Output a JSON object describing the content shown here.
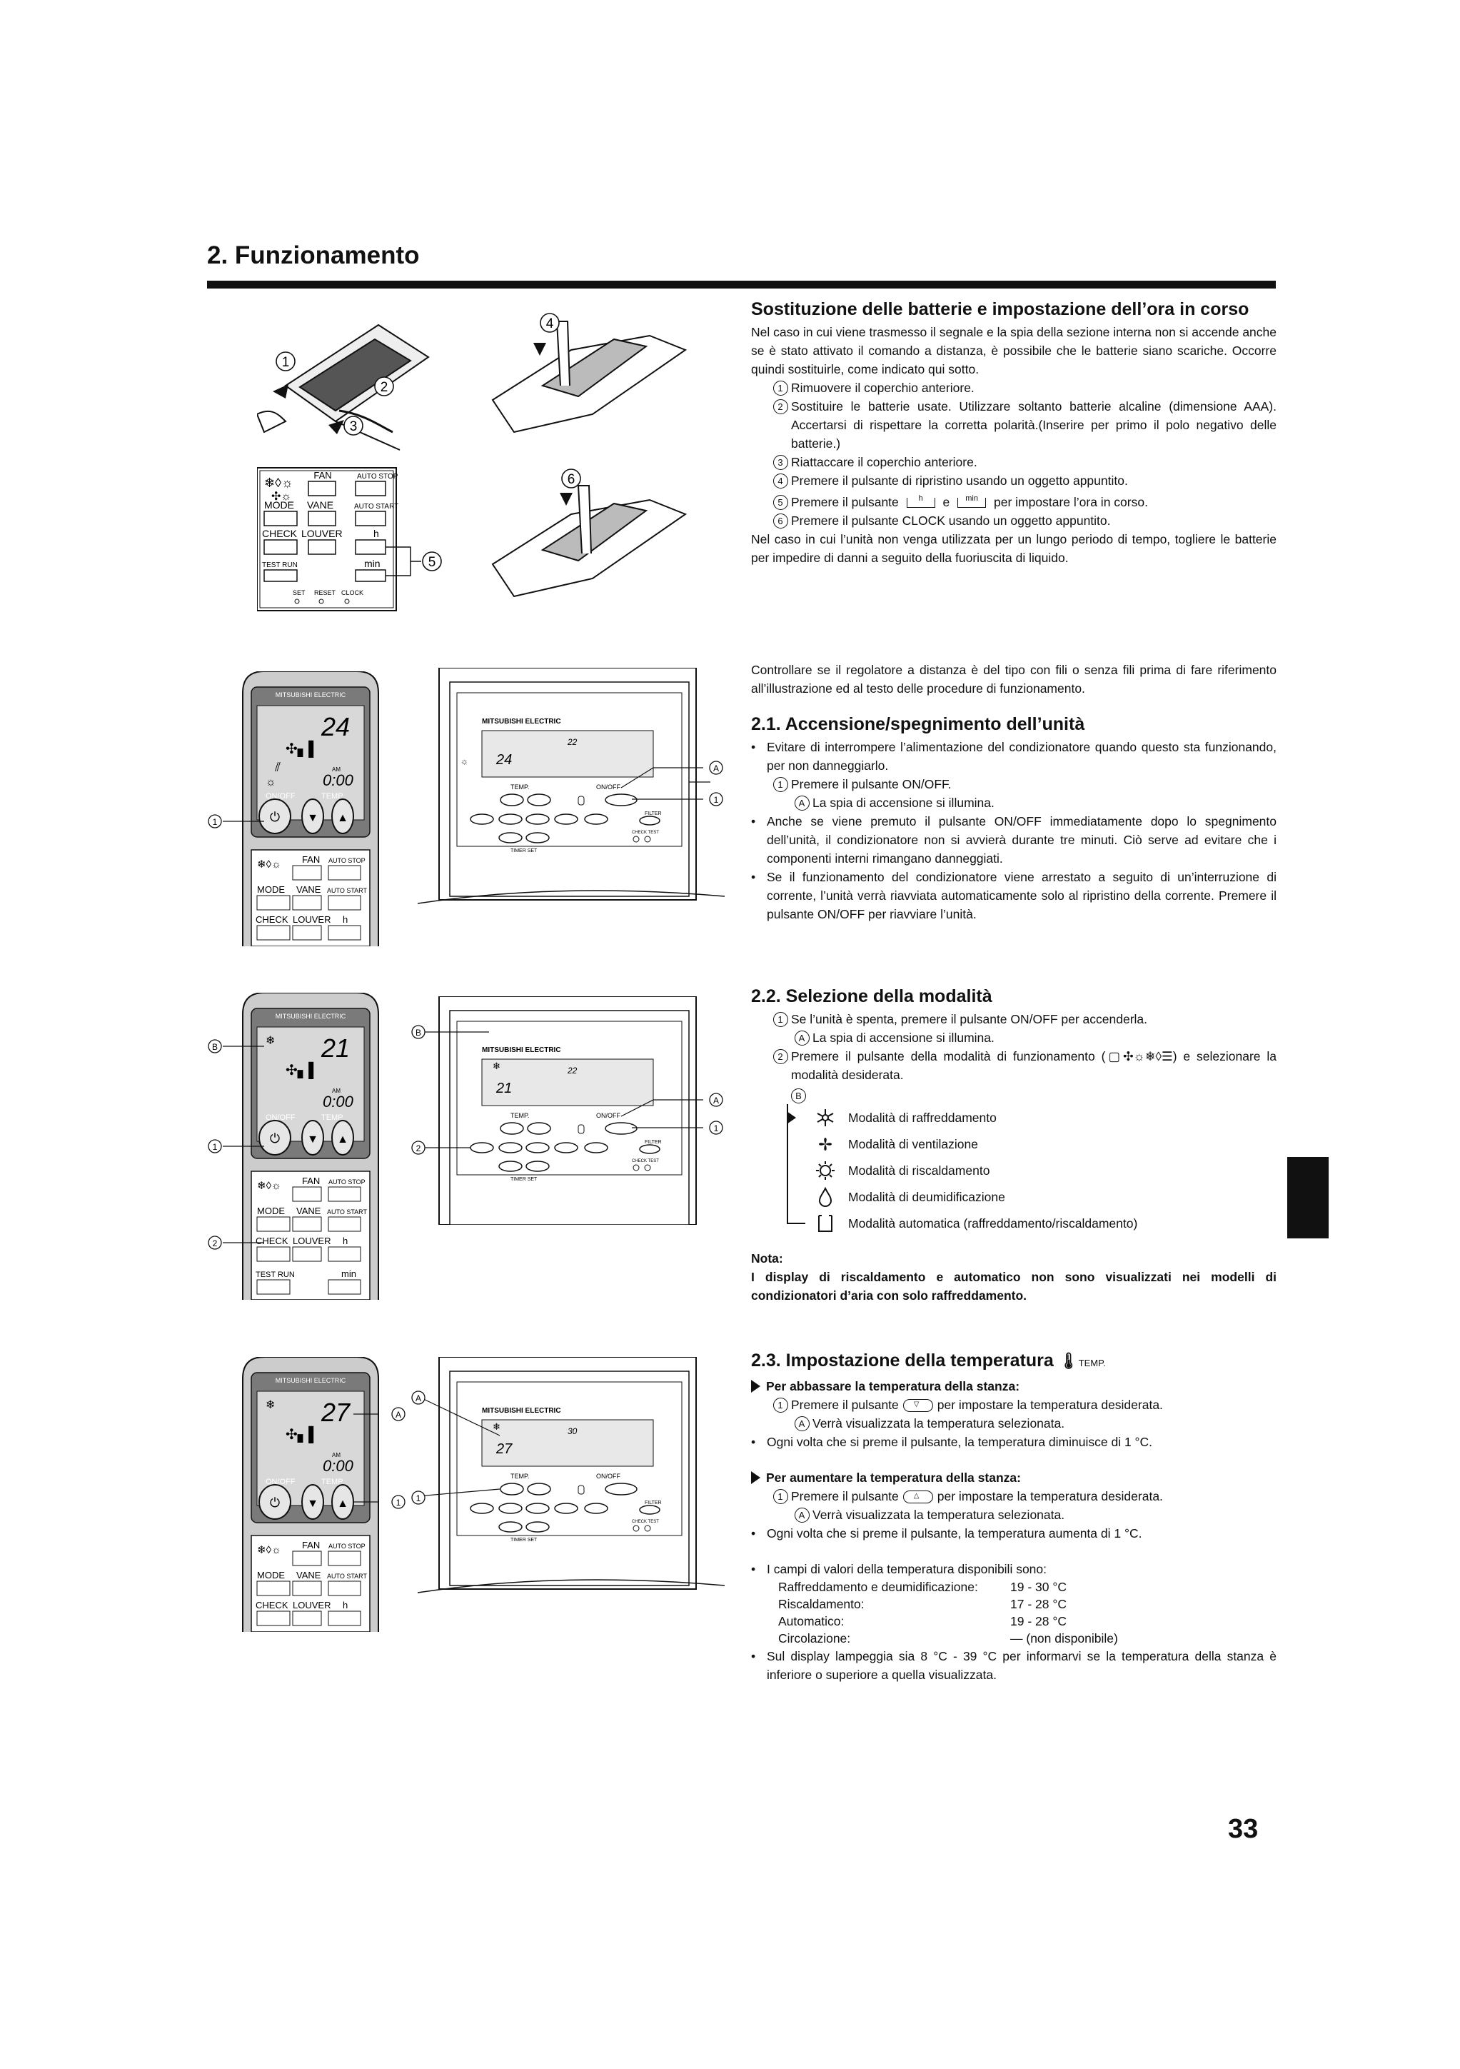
{
  "page": {
    "title": "2. Funzionamento",
    "number": "33"
  },
  "batteries": {
    "title": "Sostituzione delle batterie e impostazione dell’ora in corso",
    "intro": "Nel caso in cui viene trasmesso il segnale e la spia della sezione interna non si accende anche se è stato attivato il comando a distanza, è possibile che le batterie siano scariche. Occorre quindi sostituirle, come indicato qui sotto.",
    "steps": [
      {
        "mark": "1",
        "text": "Rimuovere il coperchio anteriore."
      },
      {
        "mark": "2",
        "text": "Sostituire le batterie usate. Utilizzare soltanto batterie alcaline (dimensione AAA). Accertarsi di rispettare la corretta polarità.(Inserire per primo il polo negativo delle batterie.)"
      },
      {
        "mark": "3",
        "text": "Riattaccare il coperchio anteriore."
      },
      {
        "mark": "4",
        "text": "Premere il pulsante di ripristino usando un oggetto appuntito."
      }
    ],
    "step5": {
      "mark": "5",
      "before": "Premere il pulsante",
      "btn_h": "h",
      "and": "e",
      "btn_min": "min",
      "after": "per impostare l’ora in corso."
    },
    "step6": {
      "mark": "6",
      "text": "Premere il pulsante CLOCK usando un oggetto appuntito."
    },
    "outro": "Nel caso in cui l’unità non venga utilizzata per un lungo periodo di tempo, togliere le batterie per impedire di danni a seguito della fuoriuscita di liquido."
  },
  "check_intro": "Controllare se il regolatore a distanza è del tipo con fili o senza fili prima di fare riferimento all’illustrazione ed al testo delle procedure di funzionamento.",
  "onoff": {
    "title": "2.1.  Accensione/spegnimento dell’unità",
    "bullet1": "Evitare di interrompere l’alimentazione del condizionatore quando questo sta funzionando, per non danneggiarlo.",
    "step1": {
      "mark": "1",
      "text": "Premere il pulsante ON/OFF."
    },
    "stepA": {
      "mark": "A",
      "text": "La spia di accensione si illumina."
    },
    "bullet2": "Anche se viene premuto il pulsante ON/OFF immediatamente dopo lo spegnimento dell’unità, il condizionatore non si avvierà durante tre minuti. Ciò serve ad evitare che i componenti interni rimangano danneggiati.",
    "bullet3": "Se il funzionamento del condizionatore viene arrestato a seguito di un’interruzione di corrente, l’unità verrà riavviata automaticamente solo al ripristino della corrente. Premere il pulsante ON/OFF per riavviare l’unità."
  },
  "mode": {
    "title": "2.2.  Selezione della modalità",
    "step1": {
      "mark": "1",
      "text": "Se l’unità è spenta, premere il pulsante ON/OFF per accenderla."
    },
    "stepA": {
      "mark": "A",
      "text": "La spia di accensione si illumina."
    },
    "step2": {
      "mark": "2",
      "before": "Premere il pulsante della modalità di funzionamento (",
      "after": ") e selezionare la modalità desiderata."
    },
    "markB": "B",
    "modes": [
      {
        "icon": "snowflake-icon",
        "label": "Modalità di raffreddamento"
      },
      {
        "icon": "fan-icon",
        "label": "Modalità di ventilazione"
      },
      {
        "icon": "sun-icon",
        "label": "Modalità di riscaldamento"
      },
      {
        "icon": "droplet-icon",
        "label": "Modalità di deumidificazione"
      },
      {
        "icon": "auto-mode-icon",
        "label": "Modalità automatica (raffreddamento/riscaldamento)"
      }
    ],
    "note_label": "Nota:",
    "note_text": "I display di riscaldamento e automatico non sono visualizzati nei modelli di condizionatori d’aria con solo raffreddamento."
  },
  "temp": {
    "title": "2.3.  Impostazione della temperatura",
    "title_suffix": "TEMP.",
    "lower_heading": "Per abbassare la temperatura della stanza:",
    "lower_step1": {
      "mark": "1",
      "before": "Premere il pulsante",
      "after": "per impostare la temperatura desiderata."
    },
    "lower_stepA": {
      "mark": "A",
      "text": "Verrà visualizzata la temperatura selezionata."
    },
    "lower_bullet": "Ogni volta che si preme il pulsante, la temperatura diminuisce di 1 °C.",
    "raise_heading": "Per aumentare la temperatura della stanza:",
    "raise_step1": {
      "mark": "1",
      "before": "Premere il pulsante",
      "after": "per impostare la temperatura desiderata."
    },
    "raise_stepA": {
      "mark": "A",
      "text": "Verrà visualizzata la temperatura selezionata."
    },
    "raise_bullet": "Ogni volta che si preme il pulsante, la temperatura aumenta di 1 °C.",
    "ranges_intro": "I campi di valori della temperatura disponibili sono:",
    "ranges": [
      {
        "label": "Raffreddamento e deumidificazione:",
        "value": "19 - 30 °C"
      },
      {
        "label": "Riscaldamento:",
        "value": "17 - 28 °C"
      },
      {
        "label": "Automatico:",
        "value": "19 - 28 °C"
      },
      {
        "label": "Circolazione:",
        "value": "— (non disponibile)"
      }
    ],
    "blink_bullet": "Sul display lampeggia sia 8 °C - 39 °C per informarvi se la temperatura della stanza è inferiore o superiore a quella visualizzata."
  },
  "figures": {
    "brand": "MITSUBISHI ELECTRIC",
    "onoff_label": "ON/OFF",
    "temp_label": "TEMP",
    "temp_label_wired": "TEMP.",
    "fan": "FAN",
    "mode": "MODE",
    "vane": "VANE",
    "check": "CHECK",
    "louver": "LOUVER",
    "test_run": "TEST RUN",
    "auto_stop": "AUTO STOP",
    "auto_start": "AUTO START",
    "h": "h",
    "min": "min",
    "set": "SET",
    "reset": "RESET",
    "clock": "CLOCK",
    "filter": "FILTER",
    "check_test": "CHECK TEST",
    "timer_set": "TIMER SET",
    "temp1": "24",
    "temp2": "21",
    "temp3": "27",
    "room1": "22",
    "room3": "30",
    "am": "AM",
    "clock_time": "0:00",
    "markers": {
      "one": "1",
      "two": "2",
      "three": "3",
      "four": "4",
      "five": "5",
      "six": "6",
      "A": "A",
      "B": "B"
    }
  }
}
